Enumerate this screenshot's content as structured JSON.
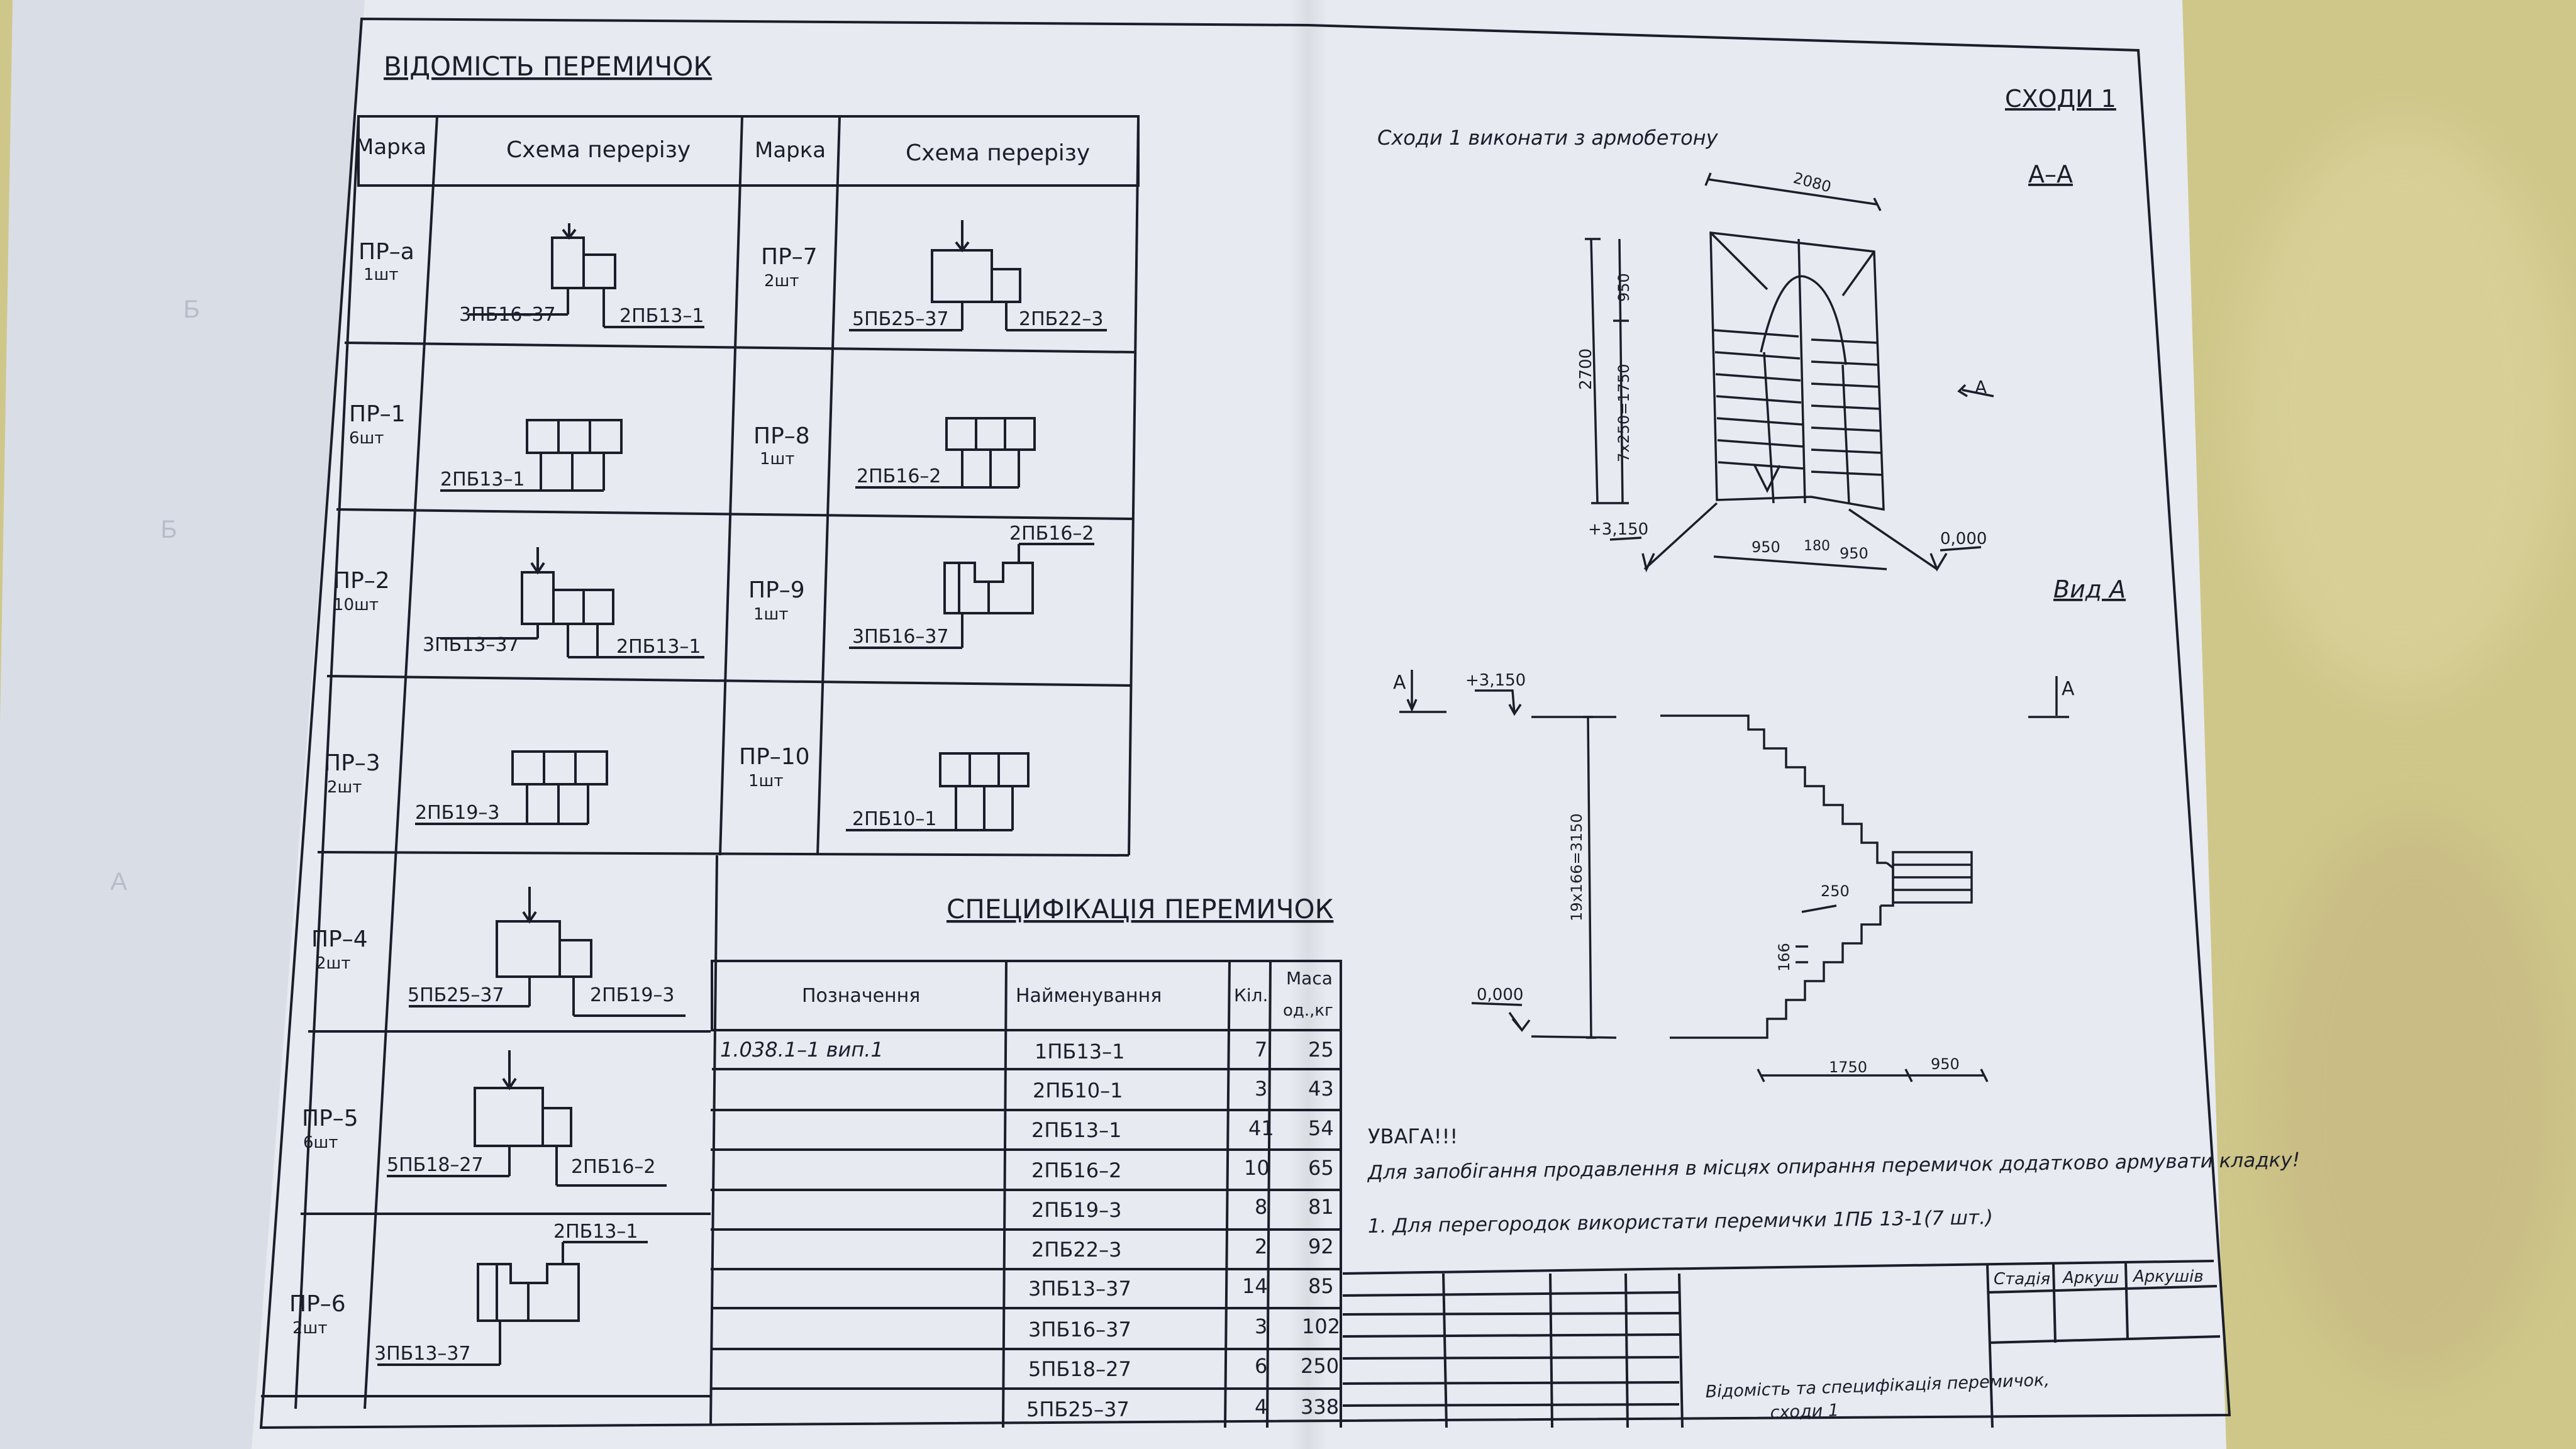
{
  "left_sheet": {
    "ghost_labels": [
      "Б",
      "Б",
      "А"
    ]
  },
  "vidomist": {
    "title": "ВІДОМІСТЬ ПЕРЕМИЧОК",
    "headers": {
      "mark": "Марка",
      "scheme": "Схема перерізу"
    },
    "rows": [
      {
        "mark": "ПР–а",
        "qty": "1шт",
        "labelA": "3ПБ16–37",
        "labelB": "2ПБ13–1"
      },
      {
        "mark": "ПР–1",
        "qty": "6шт",
        "labelA": "2ПБ13–1",
        "labelB": ""
      },
      {
        "mark": "ПР–2",
        "qty": "10шт",
        "labelA": "3ПБ13–37",
        "labelB": "2ПБ13–1"
      },
      {
        "mark": "ПР–3",
        "qty": "2шт",
        "labelA": "2ПБ19–3",
        "labelB": ""
      },
      {
        "mark": "ПР–4",
        "qty": "2шт",
        "labelA": "5ПБ25–37",
        "labelB": "2ПБ19–3"
      },
      {
        "mark": "ПР–5",
        "qty": "6шт",
        "labelA": "5ПБ18–27",
        "labelB": "2ПБ16–2"
      },
      {
        "mark": "ПР–6",
        "qty": "2шт",
        "labelA": "3ПБ13–37",
        "labelB": "2ПБ13–1"
      },
      {
        "mark": "ПР–7",
        "qty": "2шт",
        "labelA": "5ПБ25–37",
        "labelB": "2ПБ22–3"
      },
      {
        "mark": "ПР–8",
        "qty": "1шт",
        "labelA": "2ПБ16–2",
        "labelB": ""
      },
      {
        "mark": "ПР–9",
        "qty": "1шт",
        "labelA": "3ПБ16–37",
        "labelB": "2ПБ16–2"
      },
      {
        "mark": "ПР–10",
        "qty": "1шт",
        "labelA": "2ПБ10–1",
        "labelB": ""
      }
    ]
  },
  "spec": {
    "title": "СПЕЦИФІКАЦІЯ ПЕРЕМИЧОК",
    "headers": {
      "designation": "Позначення",
      "name": "Найменування",
      "qty": "Кіл.",
      "mass1": "Маса",
      "mass2": "од.,кг"
    },
    "designation": "1.038.1–1 вип.1",
    "rows": [
      {
        "name": "1ПБ13–1",
        "qty": "7",
        "mass": "25"
      },
      {
        "name": "2ПБ10–1",
        "qty": "3",
        "mass": "43"
      },
      {
        "name": "2ПБ13–1",
        "qty": "41",
        "mass": "54"
      },
      {
        "name": "2ПБ16–2",
        "qty": "10",
        "mass": "65"
      },
      {
        "name": "2ПБ19–3",
        "qty": "8",
        "mass": "81"
      },
      {
        "name": "2ПБ22–3",
        "qty": "2",
        "mass": "92"
      },
      {
        "name": "3ПБ13–37",
        "qty": "14",
        "mass": "85"
      },
      {
        "name": "3ПБ16–37",
        "qty": "3",
        "mass": "102"
      },
      {
        "name": "5ПБ18–27",
        "qty": "6",
        "mass": "250"
      },
      {
        "name": "5ПБ25–37",
        "qty": "4",
        "mass": "338"
      }
    ]
  },
  "stairs": {
    "title": "СХОДИ 1",
    "note": "Сходи 1 виконати з армобетону",
    "section_aa": "А–А",
    "view_a": "Вид А",
    "cut_mark": "А",
    "dims": {
      "top_width": "2080",
      "height_total": "2700",
      "h_top": "950",
      "h_flight": "7x250=1750",
      "elev_top": "+3,150",
      "elev_bottom": "0,000",
      "bottom_left": "950",
      "bottom_mid": "180",
      "bottom_right": "950",
      "vert_total": "19x166=3150",
      "tread": "250",
      "riser": "166",
      "plan_left": "1750",
      "plan_right": "950"
    }
  },
  "notes": {
    "warning": "УВАГА!!!",
    "line1": "Для запобігання продавлення в місцях опирання перемичок додатково армувати кладку!",
    "line2": "1. Для перегородок використати перемички 1ПБ 13-1(7 шт.)"
  },
  "title_block": {
    "stage": "Стадія",
    "sheet": "Аркуш",
    "sheets": "Аркушів",
    "title_l1": "Відомість та специфікація перемичок,",
    "title_l2": "сходи 1"
  }
}
